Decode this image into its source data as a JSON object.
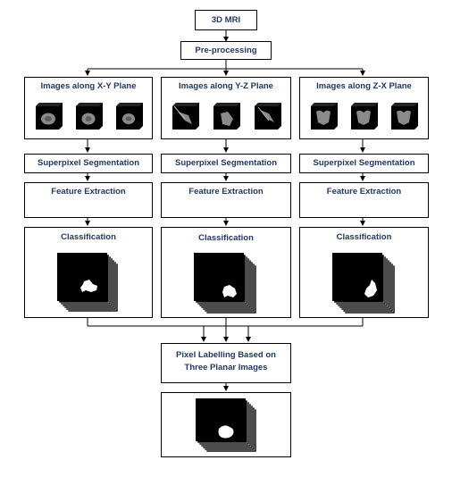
{
  "colors": {
    "label_text": "#1f3864",
    "stroke": "#000000",
    "slice_black": "#000000",
    "mri_tissue": "#8a8a8a"
  },
  "title_box": {
    "label": "3D MRI"
  },
  "preprocessing": {
    "label": "Pre-processing"
  },
  "planes": [
    {
      "images_label": "Images along X-Y Plane",
      "superpixel_label": "Superpixel Segmentation",
      "feature_label": "Feature Extraction",
      "classification_label": "Classification"
    },
    {
      "images_label": "Images along Y-Z Plane",
      "superpixel_label": "Superpixel Segmentation",
      "feature_label": "Feature Extraction",
      "classification_label": "Classification"
    },
    {
      "images_label": "Images along Z-X Plane",
      "superpixel_label": "Superpixel Segmentation",
      "feature_label": "Feature Extraction",
      "classification_label": "Classification"
    }
  ],
  "pixel_labelling": {
    "label_line1": "Pixel Labelling Based on",
    "label_line2": "Three Planar Images"
  }
}
